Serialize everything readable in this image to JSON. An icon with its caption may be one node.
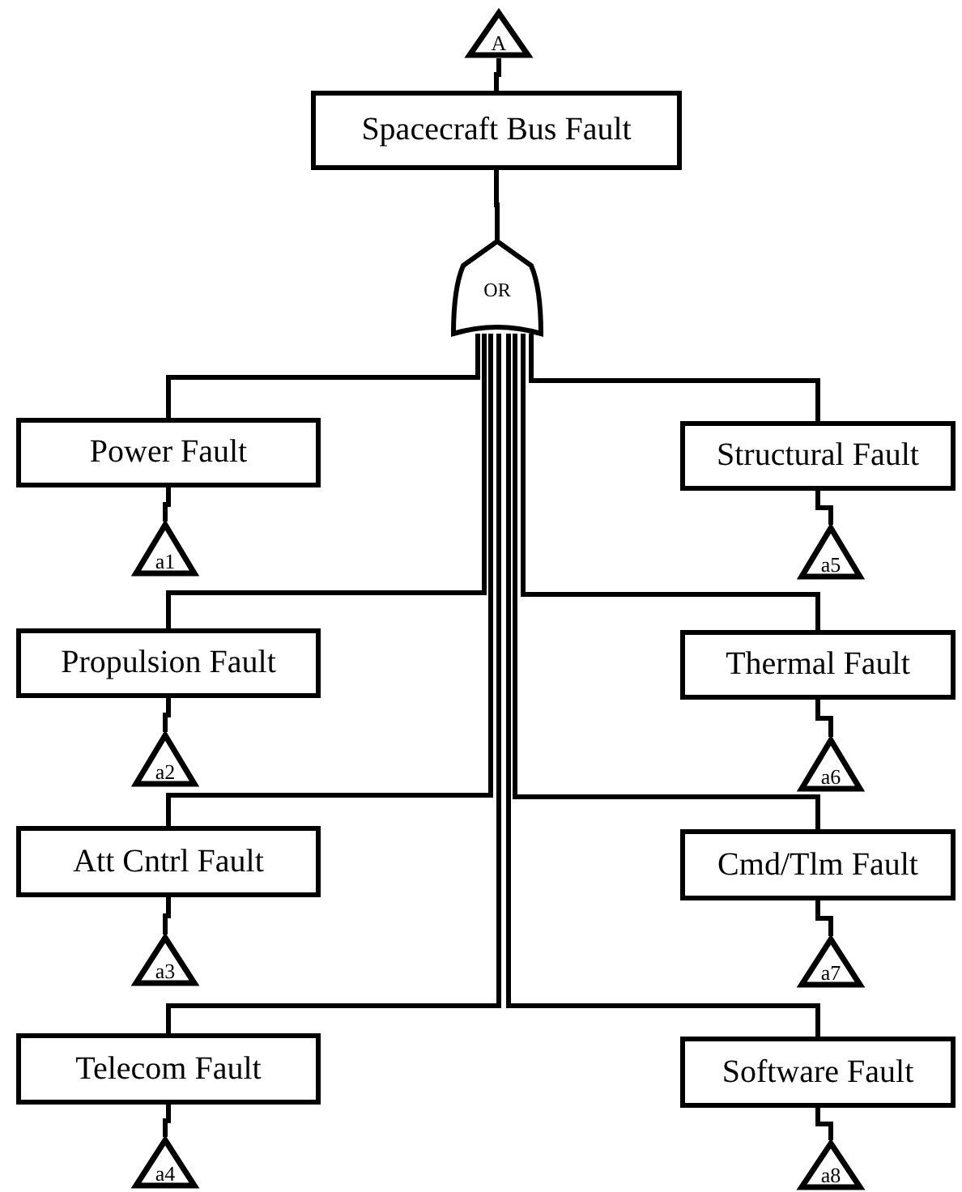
{
  "diagram": {
    "nodes": [
      {
        "text": [
          "A"
        ]
      },
      {
        "text": [
          "Spacecraft Bus Fault"
        ]
      },
      {
        "text": [
          "OR"
        ]
      },
      {
        "text": [
          "Power Fault"
        ]
      },
      {
        "text": [
          "Structural Fault"
        ]
      },
      {
        "text": [
          "a1"
        ]
      },
      {
        "text": [
          "a5"
        ]
      },
      {
        "text": [
          "Propulsion Fault"
        ]
      },
      {
        "text": [
          "Thermal Fault"
        ]
      },
      {
        "text": [
          "a2"
        ]
      },
      {
        "text": [
          "a6"
        ]
      },
      {
        "text": [
          "Att Cntrl Fault"
        ]
      },
      {
        "text": [
          "Cmd/Tlm Fault"
        ]
      },
      {
        "text": [
          "a3"
        ]
      },
      {
        "text": [
          "a7"
        ]
      },
      {
        "text": [
          "Telecom Fault"
        ]
      },
      {
        "text": [
          "Software Fault"
        ]
      },
      {
        "text": [
          "a4"
        ]
      },
      {
        "text": [
          "a8"
        ]
      }
    ],
    "edges": [
      {
        "from": 0,
        "to": 1,
        "arrow": "none"
      },
      {
        "from": 1,
        "to": 2,
        "arrow": "none"
      },
      {
        "from": 2,
        "to": 3,
        "arrow": "none"
      },
      {
        "from": 2,
        "to": 7,
        "arrow": "none"
      },
      {
        "from": 2,
        "to": 11,
        "arrow": "none"
      },
      {
        "from": 2,
        "to": 15,
        "arrow": "none"
      },
      {
        "from": 2,
        "to": 4,
        "arrow": "none"
      },
      {
        "from": 2,
        "to": 8,
        "arrow": "none"
      },
      {
        "from": 2,
        "to": 12,
        "arrow": "none"
      },
      {
        "from": 2,
        "to": 16,
        "arrow": "none"
      },
      {
        "from": 3,
        "to": 5,
        "arrow": "none"
      },
      {
        "from": 7,
        "to": 9,
        "arrow": "none"
      },
      {
        "from": 11,
        "to": 13,
        "arrow": "none"
      },
      {
        "from": 15,
        "to": 17,
        "arrow": "none"
      },
      {
        "from": 4,
        "to": 6,
        "arrow": "none"
      },
      {
        "from": 8,
        "to": 10,
        "arrow": "none"
      },
      {
        "from": 12,
        "to": 14,
        "arrow": "none"
      },
      {
        "from": 16,
        "to": 18,
        "arrow": "none"
      }
    ]
  }
}
